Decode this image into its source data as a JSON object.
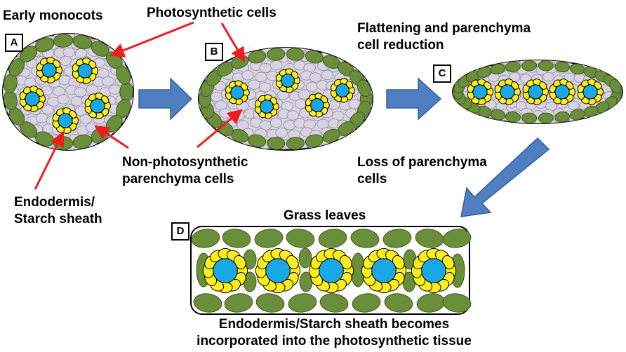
{
  "labels": {
    "early_monocots": "Early monocots",
    "photosynthetic_cells": "Photosynthetic cells",
    "flattening_line1": "Flattening and parenchyma",
    "flattening_line2": "cell reduction",
    "nonphoto_line1": "Non-photosynthetic",
    "nonphoto_line2": "parenchyma cells",
    "loss_line1": "Loss of parenchyma",
    "loss_line2": "cells",
    "endodermis_line1": "Endodermis/",
    "endodermis_line2": "Starch sheath",
    "grass_leaves": "Grass leaves",
    "bottom_line1": "Endodermis/Starch sheath becomes",
    "bottom_line2": "incorporated into the photosynthetic tissue"
  },
  "panels": [
    "A",
    "B",
    "C",
    "D"
  ],
  "colors": {
    "green": "#6b8e3a",
    "green_stroke": "#3f5b1f",
    "parenchyma": "#d9d3e6",
    "yellow": "#ffee1e",
    "blue": "#19a7e8",
    "arrow_blue": "#4f7fc0",
    "red": "#ee1c1c"
  }
}
